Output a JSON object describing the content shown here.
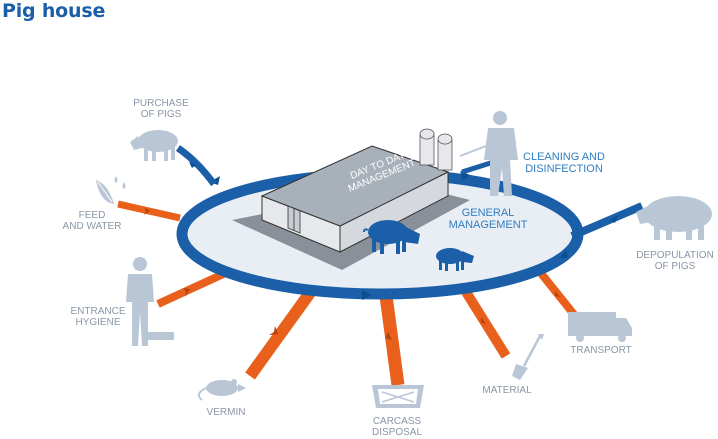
{
  "title": "Pig house",
  "labels": {
    "purchase": [
      "PURCHASE",
      "OF PIGS"
    ],
    "feed": [
      "FEED",
      "AND WATER"
    ],
    "entrance": [
      "ENTRANCE",
      "HYGIENE"
    ],
    "vermin": "VERMIN",
    "carcass": [
      "CARCASS",
      "DISPOSAL"
    ],
    "material": "MATERIAL",
    "transport": "TRANSPORT",
    "depopulation": [
      "DEPOPULATION",
      "OF PIGS"
    ],
    "cleaning": [
      "CLEANING AND",
      "DISINFECTION"
    ],
    "general": [
      "GENERAL",
      "MANAGEMENT"
    ],
    "daytoday": [
      "DAY TO DAY",
      "MANAGEMENT"
    ]
  },
  "colors": {
    "title": "#1a5fa8",
    "ring": "#1a5fa8",
    "ring_fill": "#e9eef5",
    "orange": "#e8601c",
    "figure": "#b9c6d6",
    "pig_dark": "#1a5fa8",
    "barn_wall": "#e6e8eb",
    "barn_roof": "#a8b0ba",
    "barn_shadow": "#8a9099"
  }
}
